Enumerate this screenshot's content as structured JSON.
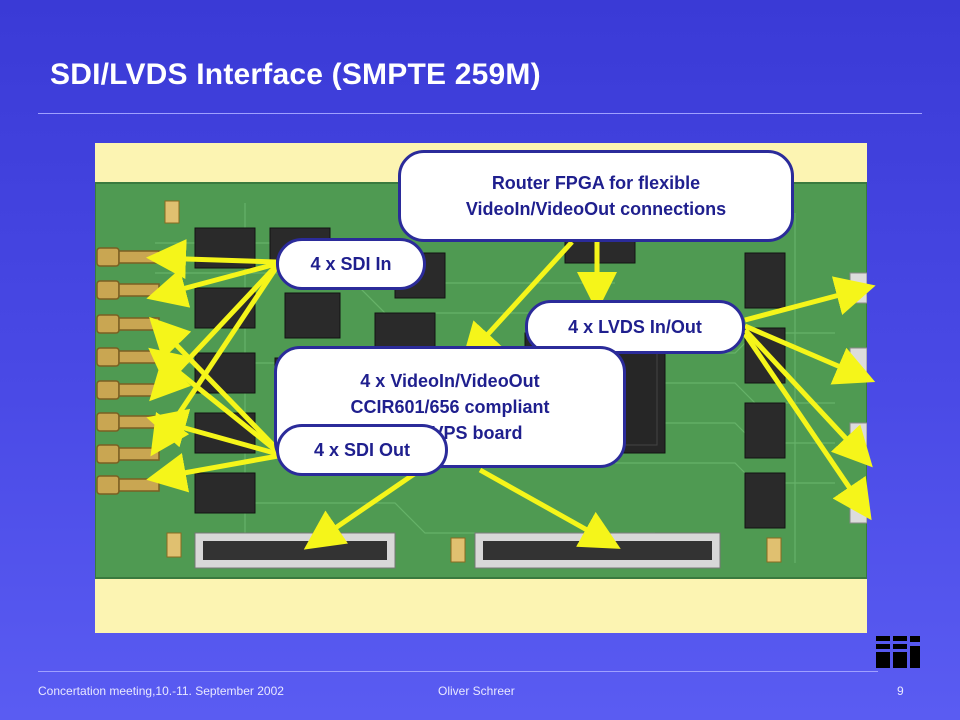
{
  "slide": {
    "title": "SDI/LVDS Interface (SMPTE 259M)"
  },
  "callouts": {
    "router_line1": "Router FPGA for flexible",
    "router_line2": "VideoIn/VideoOut connections",
    "sdi_in": "4 x SDI In",
    "lvds": "4 x LVDS In/Out",
    "video_line1": "4 x VideoIn/VideoOut",
    "video_line2": "CCIR601/656 compliant",
    "video_line3": "to the VPS board",
    "sdi_out": "4 x SDI Out"
  },
  "footer": {
    "meeting": "Concertation meeting,10.-11. September 2002",
    "author": "Oliver Schreer",
    "page": "9"
  },
  "colors": {
    "background": "#4a4ae6",
    "title": "#ffffff",
    "callout_text": "#1f1f8e",
    "callout_border": "#2b2b9a",
    "arrow": "#f5f51a",
    "board": "#4f9a52",
    "photo_frame": "#fcf4b2"
  },
  "logo": {
    "icon": "institute-logo-icon"
  }
}
